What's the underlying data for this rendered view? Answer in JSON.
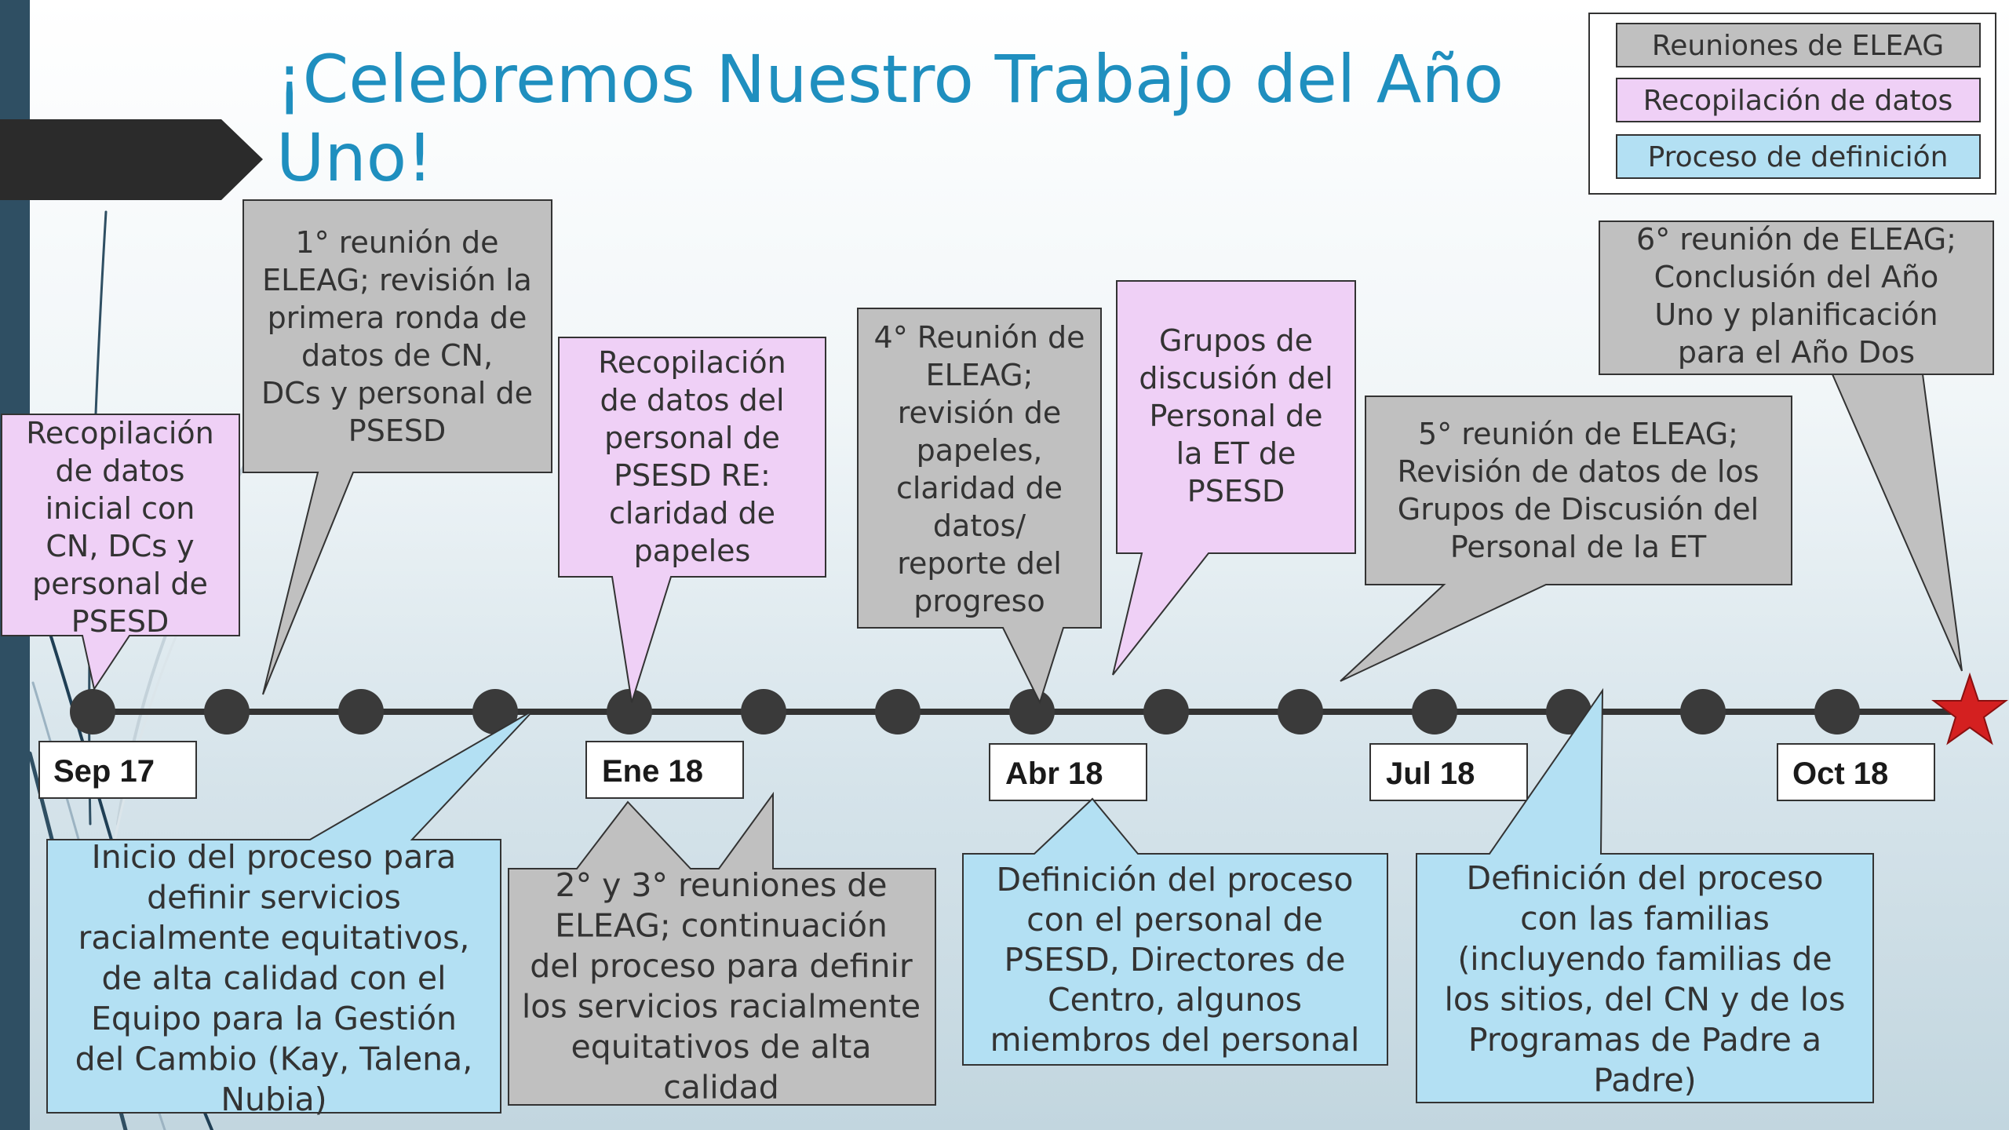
{
  "title": {
    "line1": "¡Celebremos Nuestro Trabajo del Año",
    "line2": "Uno!"
  },
  "legend": [
    {
      "label": "Reuniones de ELEAG",
      "color": "#c0c0c0"
    },
    {
      "label": "Recopilación de datos",
      "color": "#efd0f6"
    },
    {
      "label": "Proceso de definición",
      "color": "#b3e0f3"
    }
  ],
  "timeline": {
    "month_labels": [
      "Sep 17",
      "Ene 18",
      "Abr 18",
      "Jul 18",
      "Oct 18"
    ],
    "dot_count": 14,
    "end_marker": "star"
  },
  "callouts": {
    "c1": [
      "Recopilación",
      "de datos",
      "inicial con",
      "CN, DCs y",
      "personal de",
      "PSESD"
    ],
    "c2": [
      "1° reunión de",
      "ELEAG; revisión la",
      "primera ronda de",
      "datos de CN,",
      "DCs y personal de",
      "PSESD"
    ],
    "c3": [
      "Recopilación",
      "de datos del",
      "personal de",
      "PSESD RE:",
      "claridad de",
      "papeles"
    ],
    "c4": [
      "4° Reunión de",
      "ELEAG;",
      "revisión de",
      "papeles,",
      "claridad de",
      "datos/",
      "reporte del",
      "progreso"
    ],
    "c5": [
      "Grupos de",
      "discusión del",
      "Personal de",
      "la ET de",
      "PSESD"
    ],
    "c6": [
      "5° reunión de ELEAG;",
      "Revisión de datos de los",
      "Grupos de Discusión del",
      "Personal de la ET"
    ],
    "c7": [
      "6° reunión de ELEAG;",
      "Conclusión del Año",
      "Uno y planificación",
      "para el Año Dos"
    ],
    "b1": [
      "Inicio del proceso para",
      "definir servicios",
      "racialmente equitativos,",
      "de alta calidad con el",
      "Equipo para la Gestión",
      "del Cambio (Kay, Talena,",
      "Nubia)"
    ],
    "b2": [
      "2° y 3° reuniones de",
      "ELEAG; continuación",
      "del proceso para definir",
      "los servicios racialmente",
      "equitativos de alta",
      "calidad"
    ],
    "b3": [
      "Definición del proceso",
      "con el personal de",
      "PSESD, Directores de",
      "Centro, algunos",
      "miembros del personal"
    ],
    "b4": [
      "Definición del proceso",
      "con las familias",
      "(incluyendo familias de",
      "los sitios, del CN y de los",
      "Programas de Padre a",
      "Padre)"
    ]
  },
  "colors": {
    "meeting": "#c0c0c0",
    "data": "#efd0f6",
    "definition": "#b3e0f3",
    "title": "#1f8fbf",
    "star": "#d42020"
  }
}
